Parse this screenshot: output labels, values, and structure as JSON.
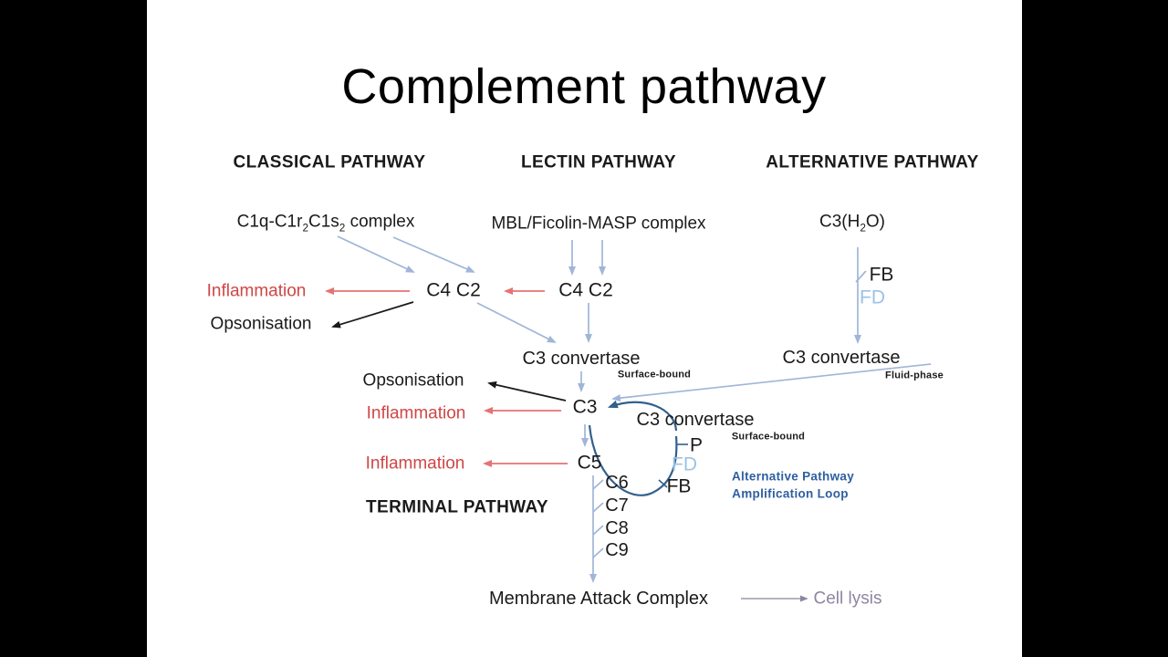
{
  "slide": {
    "title": "Complement pathway"
  },
  "diagram": {
    "headers": {
      "classical": "CLASSICAL PATHWAY",
      "lectin": "LECTIN PATHWAY",
      "alternative": "ALTERNATIVE PATHWAY"
    },
    "classical": {
      "complex_parts": [
        "C1q-C1r",
        "2",
        "C1s",
        "2",
        " complex"
      ],
      "c4c2": "C4 C2",
      "inflammation": "Inflammation",
      "opsonisation": "Opsonisation"
    },
    "lectin": {
      "complex": "MBL/Ficolin-MASP complex",
      "c4c2": "C4 C2"
    },
    "alternative": {
      "c3h2o_parts": [
        "C3(H",
        "2",
        "O)"
      ],
      "fb": "FB",
      "fd": "FD",
      "c3_convertase": "C3 convertase",
      "fluid_phase": "Fluid-phase"
    },
    "central": {
      "c3_convertase": "C3 convertase",
      "surface_bound": "Surface-bound",
      "opsonisation": "Opsonisation",
      "inflammation": "Inflammation",
      "c3": "C3",
      "inflammation_c5": "Inflammation",
      "c5": "C5"
    },
    "amplification": {
      "c3_convertase": "C3 convertase",
      "surface_bound": "Surface-bound",
      "p": "P",
      "fd": "FD",
      "fb": "FB",
      "loop_label_line1": "Alternative Pathway",
      "loop_label_line2": "Amplification Loop"
    },
    "terminal": {
      "label": "TERMINAL PATHWAY",
      "c6": "C6",
      "c7": "C7",
      "c8": "C8",
      "c9": "C9",
      "mac": "Membrane Attack Complex",
      "cell_lysis": "Cell lysis"
    }
  },
  "colors": {
    "background": "#000000",
    "slide_bg": "#ffffff",
    "arrow_blue": "#a0b5d8",
    "loop_navy": "#32608e",
    "arrow_red": "#e57373",
    "text_red": "#cf4646",
    "fd_blue": "#9cc2e5",
    "loop_label_blue": "#2e5fa0",
    "cell_lysis_purple": "#8e85a1",
    "arrow_black": "#1a1a1a"
  }
}
